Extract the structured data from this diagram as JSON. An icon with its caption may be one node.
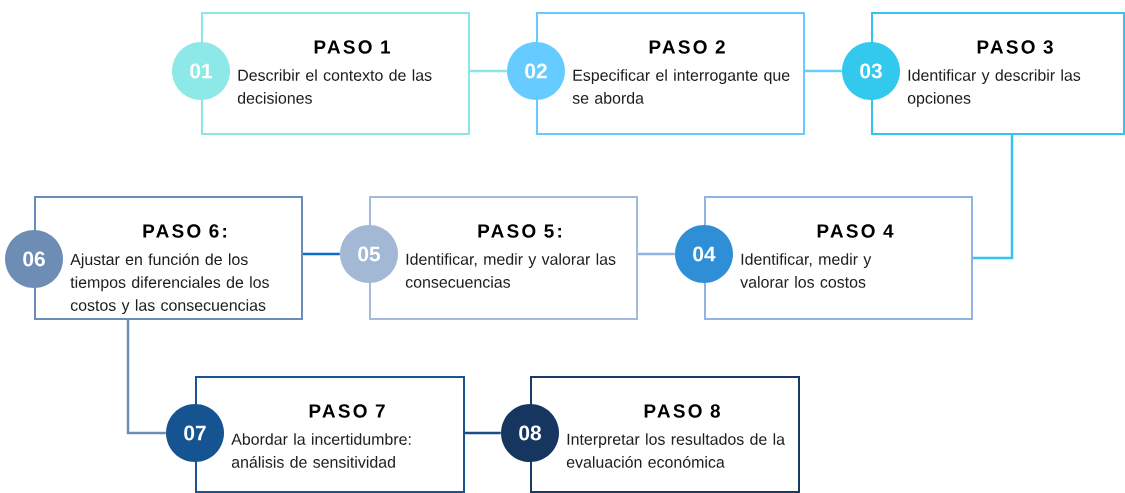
{
  "diagram": {
    "nodes": [
      {
        "text": [
          "PASO 1",
          "Describir el contexto de las decisiones"
        ]
      },
      {
        "text": [
          "01"
        ]
      },
      {
        "text": [
          "PASO 2",
          "Especificar el interrogante que se aborda"
        ]
      },
      {
        "text": [
          "02"
        ]
      },
      {
        "text": [
          "PASO 3",
          "Identificar y describir las opciones"
        ]
      },
      {
        "text": [
          "03"
        ]
      },
      {
        "text": [
          "PASO 6:",
          "Ajustar en función de los tiempos diferenciales de los costos y las consecuencias"
        ]
      },
      {
        "text": [
          "06"
        ]
      },
      {
        "text": [
          "PASO 5:",
          "Identificar, medir y valorar las consecuencias"
        ]
      },
      {
        "text": [
          "05"
        ]
      },
      {
        "text": [
          "PASO 4",
          "Identificar, medir y valorar los costos"
        ]
      },
      {
        "text": [
          "04"
        ]
      },
      {
        "text": [
          "PASO 7",
          "Abordar la incertidumbre: análisis de sensitividad"
        ]
      },
      {
        "text": [
          "07"
        ]
      },
      {
        "text": [
          "PASO 8",
          "Interpretar los resultados de la evaluación económica"
        ]
      },
      {
        "text": [
          "08"
        ]
      }
    ],
    "edges": [
      {
        "from": 0,
        "to": 3,
        "arrow": "none",
        "color": "#8de6e6"
      },
      {
        "from": 2,
        "to": 5,
        "arrow": "none",
        "color": "#66ccff"
      },
      {
        "from": 4,
        "to": 10,
        "arrow": "none",
        "color": "#33c4ef"
      },
      {
        "from": 11,
        "to": 8,
        "arrow": "none",
        "color": "#8fb4e3"
      },
      {
        "from": 9,
        "to": 6,
        "arrow": "none",
        "color": "#0b6bc9"
      },
      {
        "from": 6,
        "to": 13,
        "arrow": "none",
        "color": "#6d8db5"
      },
      {
        "from": 12,
        "to": 15,
        "arrow": "none",
        "color": "#1a4e85"
      }
    ]
  }
}
